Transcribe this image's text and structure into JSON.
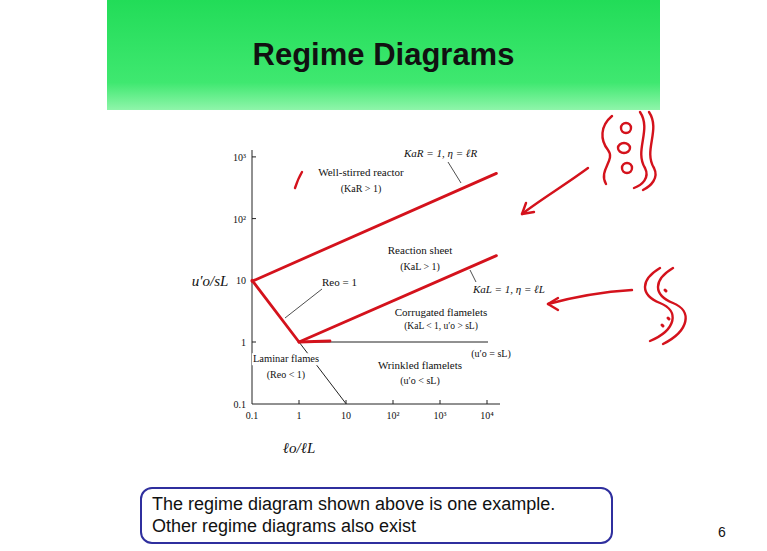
{
  "diagram": {
    "title": "Regime Diagrams",
    "nodes": [
      {
        "text": [
          "The regime diagram shown above is one example. Other regime diagrams also exist"
        ]
      }
    ],
    "labels": [
      "10³",
      "10²",
      "10",
      "1",
      "0.1",
      "0.1",
      "1",
      "10",
      "10²",
      "10³",
      "10⁴",
      "u′o/sL",
      "ℓo/ℓL",
      "Well-stirred reactor",
      "(KaR > 1)",
      "KaR = 1, η = ℓR",
      "Reaction sheet",
      "(KaL > 1)",
      "KaL = 1, η = ℓL",
      "Reo = 1",
      "Corrugated flamelets",
      "(KaL < 1, u′o > sL)",
      "Laminar flames",
      "(Reo < 1)",
      "Wrinkled flamelets",
      "(u′o < sL)",
      "(u′o = sL)",
      "6"
    ]
  }
}
